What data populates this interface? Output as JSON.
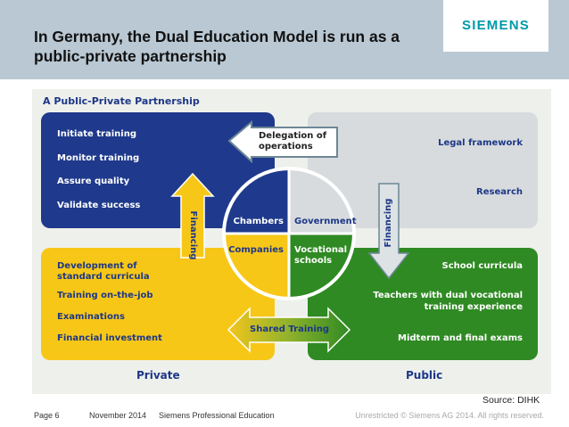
{
  "header": {
    "title": "In Germany, the Dual Education Model is run as a public-private partnership",
    "logo_text": "SIEMENS"
  },
  "diagram": {
    "heading": "A Public-Private Partnership",
    "private_state_box": [
      "Initiate training",
      "Monitor training",
      "Assure quality",
      "Validate success"
    ],
    "public_state_box": [
      "Legal framework",
      "Research"
    ],
    "private_company_box": [
      "Development of",
      "standard curricula",
      "Training on-the-job",
      "Examinations",
      "Financial investment"
    ],
    "public_school_box": [
      "School curricula",
      "Teachers with dual vocational",
      "training experience",
      "Midterm and final exams"
    ],
    "circle": {
      "top_left": "Chambers",
      "top_right": "Government",
      "bottom_left": "Companies",
      "bottom_right_line1": "Vocational",
      "bottom_right_line2": "schools"
    },
    "arrows": {
      "delegation_line1": "Delegation of",
      "delegation_line2": "operations",
      "financing_left": "Financing",
      "financing_right": "Financing",
      "shared_training": "Shared Training"
    },
    "labels": {
      "private": "Private",
      "public": "Public"
    },
    "colors": {
      "blue": "#1f3a8c",
      "grey": "#d7dbdd",
      "yellow": "#f7c718",
      "green": "#2f8a23"
    }
  },
  "source": "Source: DIHK",
  "footer": {
    "page": "Page 6",
    "date": "November 2014",
    "subject": "Siemens Professional Education",
    "rights": "Unrestricted © Siemens AG 2014. All rights reserved."
  }
}
